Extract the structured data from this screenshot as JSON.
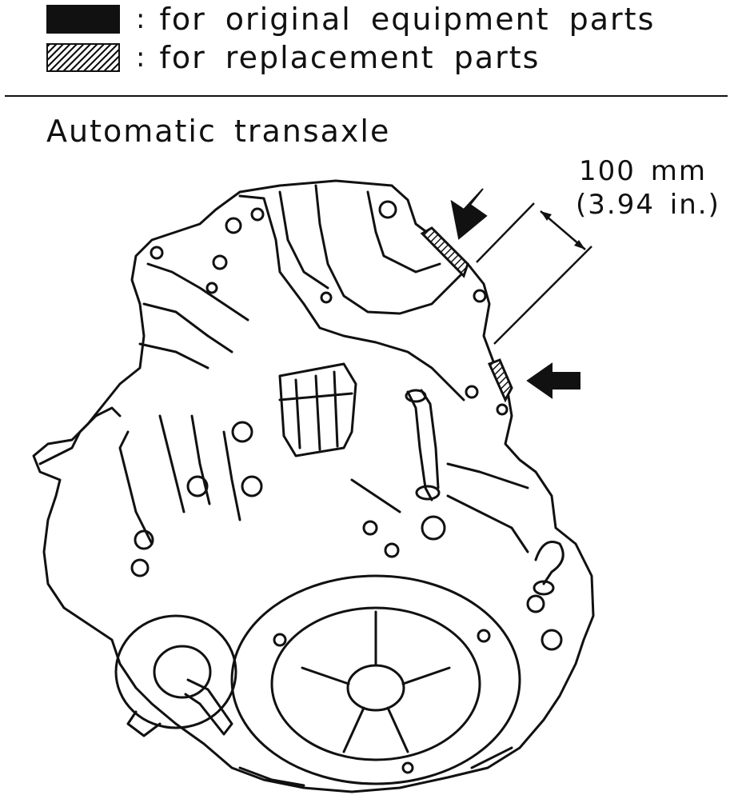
{
  "legend": [
    {
      "swatch": "solid",
      "separator": ":",
      "text": "for original equipment parts"
    },
    {
      "swatch": "hatched",
      "separator": ":",
      "text": "for replacement parts"
    }
  ],
  "section_title": "Automatic transaxle",
  "dimension": {
    "metric": "100 mm",
    "imperial": "(3.94 in.)"
  },
  "colors": {
    "ink": "#111111",
    "paper": "#ffffff"
  }
}
